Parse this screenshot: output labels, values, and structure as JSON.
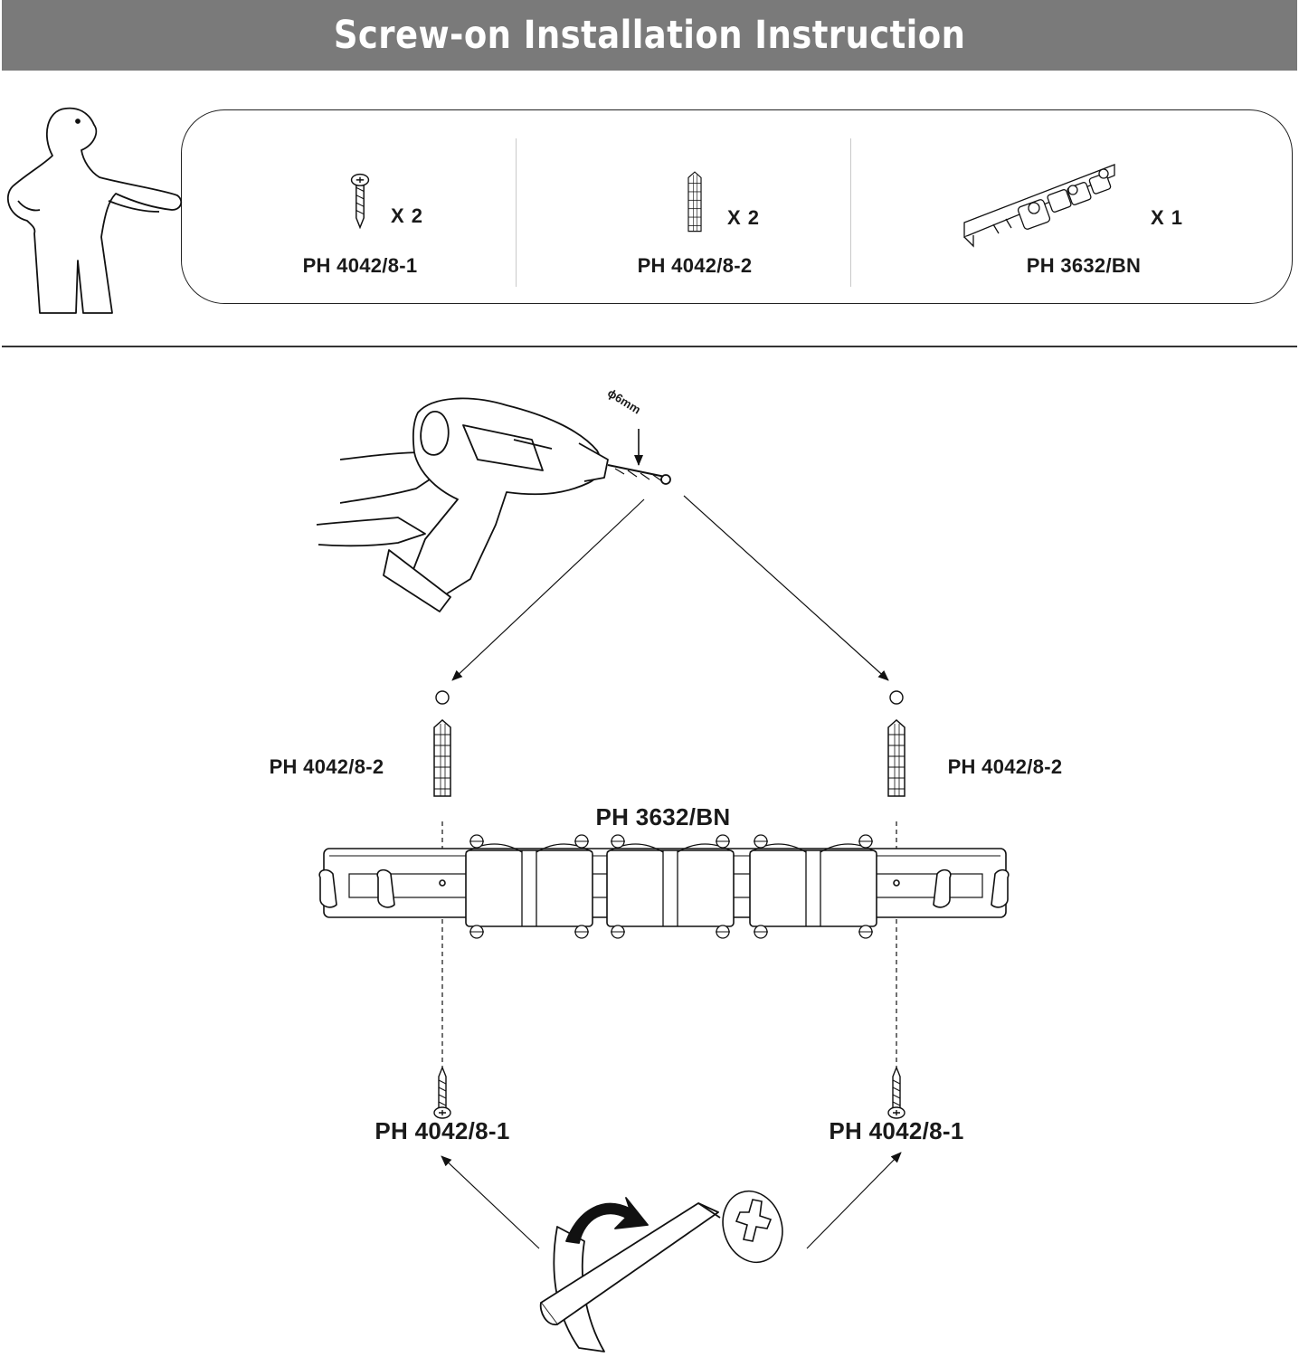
{
  "title": "Screw-on Installation Instruction",
  "parts": [
    {
      "code": "PH 4042/8-1",
      "qty": "X 2",
      "icon": "screw-icon"
    },
    {
      "code": "PH 4042/8-2",
      "qty": "X 2",
      "icon": "wall-anchor-icon"
    },
    {
      "code": "PH 3632/BN",
      "qty": "X 1",
      "icon": "holder-rail-icon"
    }
  ],
  "drill": {
    "bit_label": "ϕ6mm",
    "icon": "power-drill-icon"
  },
  "diagram": {
    "anchor_left": "PH 4042/8-2",
    "anchor_right": "PH 4042/8-2",
    "rail": "PH 3632/BN",
    "screw_left": "PH 4042/8-1",
    "screw_right": "PH 4042/8-1"
  },
  "tool_icon": "screwdriver-icon"
}
